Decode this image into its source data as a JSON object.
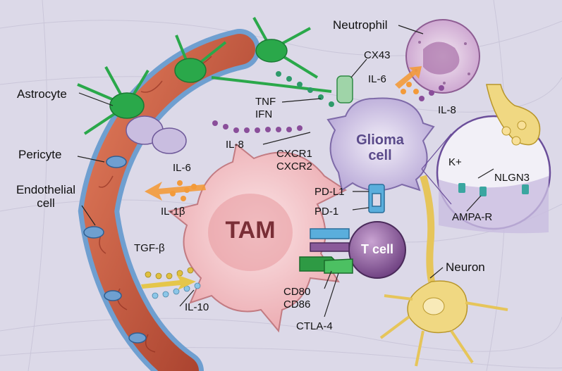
{
  "labels": {
    "neutrophil": "Neutrophil",
    "cx43": "CX43",
    "il6_neutrophil": "IL-6",
    "il8_neutrophil": "IL-8",
    "astrocyte": "Astrocyte",
    "tnf": "TNF",
    "ifn": "IFN",
    "il8_left": "IL-8",
    "glioma_line1": "Glioma",
    "glioma_line2": "cell",
    "cxcr1": "CXCR1",
    "cxcr2": "CXCR2",
    "pericyte": "Pericyte",
    "endothelial_line1": "Endothelial",
    "endothelial_line2": "cell",
    "il6_tam": "IL-6",
    "il1b": "IL-1β",
    "pdl1": "PD-L1",
    "pd1": "PD-1",
    "tam": "TAM",
    "t_cell": "T cell",
    "tgfb": "TGF-β",
    "il10": "IL-10",
    "cd80": "CD80",
    "cd86": "CD86",
    "ctla4": "CTLA-4",
    "neuron": "Neuron",
    "k_plus": "K+",
    "nlgn3": "NLGN3",
    "ampa_r": "AMPA-R"
  },
  "colors": {
    "background": "#dcd9e8",
    "astrocyte": "#2aa84a",
    "vessel": "#c8553a",
    "pericyte": "#6f9fd0",
    "tam": "#f2c4c8",
    "glioma": "#c9bde0",
    "t_cell": "#8a5a9a",
    "neuron": "#f0d882",
    "neutrophil": "#d5b6d8",
    "receptor_blue": "#5aaedc",
    "receptor_green": "#2e9a44"
  }
}
